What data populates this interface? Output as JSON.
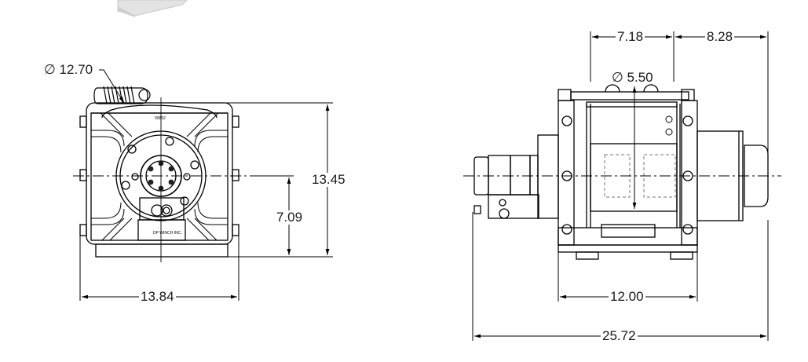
{
  "drawing": {
    "type": "engineering dimension drawing",
    "subject": "hydraulic winch",
    "units_note": "",
    "views": [
      {
        "name": "end-view",
        "dimensions": {
          "rope_diameter": "12.70",
          "overall_height": "13.45",
          "centerline_height": "7.09",
          "overall_width": "13.84"
        },
        "labels": {
          "top_plate_mark": "00852",
          "nameplate": "DP WINCH INC."
        }
      },
      {
        "name": "side-view",
        "dimensions": {
          "drum_width": "7.18",
          "motor_offset": "8.28",
          "drum_diameter": "5.50",
          "base_mount_width": "12.00",
          "overall_length": "25.72"
        }
      }
    ],
    "symbols": {
      "diameter": "∅"
    }
  }
}
